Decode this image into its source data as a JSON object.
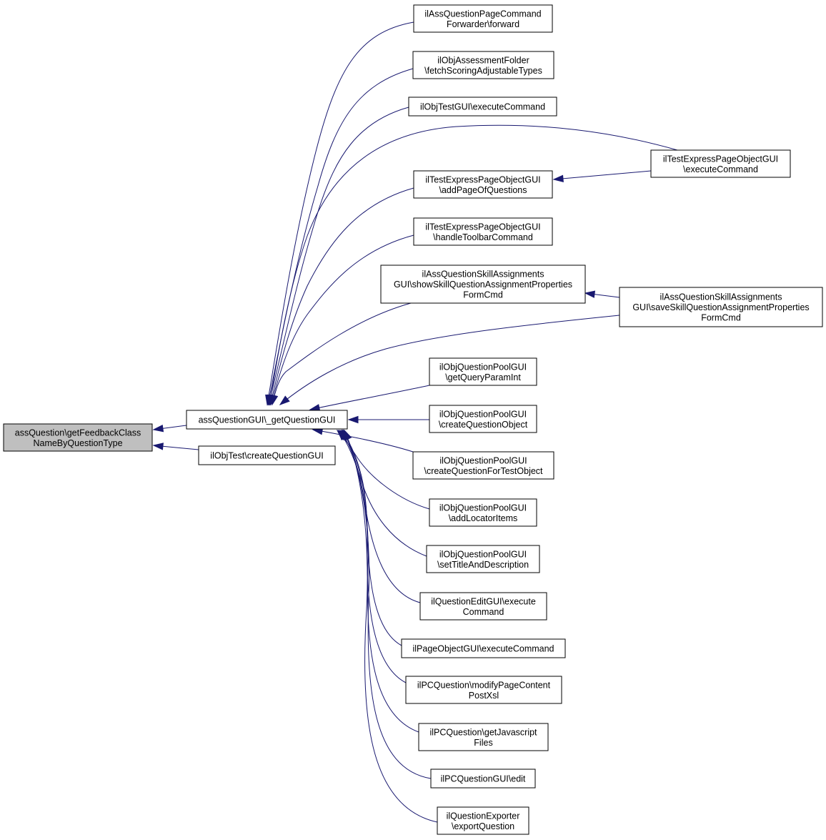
{
  "nodes": [
    {
      "id": "root",
      "lines": [
        "assQuestion\\getFeedbackClass",
        "NameByQuestionType"
      ],
      "focus": true
    },
    {
      "id": "getQuestionGUI",
      "lines": [
        "assQuestionGUI\\_getQuestionGUI"
      ]
    },
    {
      "id": "createQuestionGUI",
      "lines": [
        "ilObjTest\\createQuestionGUI"
      ]
    },
    {
      "id": "pageCommandForwarder",
      "lines": [
        "ilAssQuestionPageCommand",
        "Forwarder\\forward"
      ]
    },
    {
      "id": "fetchScoring",
      "lines": [
        "ilObjAssessmentFolder",
        "\\fetchScoringAdjustableTypes"
      ]
    },
    {
      "id": "objTestExecute",
      "lines": [
        "ilObjTestGUI\\executeCommand"
      ]
    },
    {
      "id": "addPageOfQuestions",
      "lines": [
        "ilTestExpressPageObjectGUI",
        "\\addPageOfQuestions"
      ]
    },
    {
      "id": "handleToolbar",
      "lines": [
        "ilTestExpressPageObjectGUI",
        "\\handleToolbarCommand"
      ]
    },
    {
      "id": "showSkill",
      "lines": [
        "ilAssQuestionSkillAssignments",
        "GUI\\showSkillQuestionAssignmentProperties",
        "FormCmd"
      ]
    },
    {
      "id": "getQueryParamInt",
      "lines": [
        "ilObjQuestionPoolGUI",
        "\\getQueryParamInt"
      ]
    },
    {
      "id": "createQuestionObject",
      "lines": [
        "ilObjQuestionPoolGUI",
        "\\createQuestionObject"
      ]
    },
    {
      "id": "createForTest",
      "lines": [
        "ilObjQuestionPoolGUI",
        "\\createQuestionForTestObject"
      ]
    },
    {
      "id": "addLocator",
      "lines": [
        "ilObjQuestionPoolGUI",
        "\\addLocatorItems"
      ]
    },
    {
      "id": "setTitle",
      "lines": [
        "ilObjQuestionPoolGUI",
        "\\setTitleAndDescription"
      ]
    },
    {
      "id": "questionEditExecute",
      "lines": [
        "ilQuestionEditGUI\\execute",
        "Command"
      ]
    },
    {
      "id": "pageObjectExecute",
      "lines": [
        "ilPageObjectGUI\\executeCommand"
      ]
    },
    {
      "id": "modifyPageContent",
      "lines": [
        "ilPCQuestion\\modifyPageContent",
        "PostXsl"
      ]
    },
    {
      "id": "getJavascript",
      "lines": [
        "ilPCQuestion\\getJavascript",
        "Files"
      ]
    },
    {
      "id": "pcQuestionEdit",
      "lines": [
        "ilPCQuestionGUI\\edit"
      ]
    },
    {
      "id": "exportQuestion",
      "lines": [
        "ilQuestionExporter",
        "\\exportQuestion"
      ]
    },
    {
      "id": "testExpressExecute",
      "lines": [
        "ilTestExpressPageObjectGUI",
        "\\executeCommand"
      ]
    },
    {
      "id": "saveSkill",
      "lines": [
        "ilAssQuestionSkillAssignments",
        "GUI\\saveSkillQuestionAssignmentProperties",
        "FormCmd"
      ]
    }
  ],
  "edges": [
    {
      "from": "getQuestionGUI",
      "to": "root"
    },
    {
      "from": "createQuestionGUI",
      "to": "root"
    },
    {
      "from": "pageCommandForwarder",
      "to": "getQuestionGUI"
    },
    {
      "from": "fetchScoring",
      "to": "getQuestionGUI"
    },
    {
      "from": "objTestExecute",
      "to": "getQuestionGUI"
    },
    {
      "from": "testExpressExecute",
      "to": "getQuestionGUI"
    },
    {
      "from": "addPageOfQuestions",
      "to": "getQuestionGUI"
    },
    {
      "from": "handleToolbar",
      "to": "getQuestionGUI"
    },
    {
      "from": "showSkill",
      "to": "getQuestionGUI"
    },
    {
      "from": "saveSkill",
      "to": "getQuestionGUI"
    },
    {
      "from": "getQueryParamInt",
      "to": "getQuestionGUI"
    },
    {
      "from": "createQuestionObject",
      "to": "getQuestionGUI"
    },
    {
      "from": "createForTest",
      "to": "getQuestionGUI"
    },
    {
      "from": "addLocator",
      "to": "getQuestionGUI"
    },
    {
      "from": "setTitle",
      "to": "getQuestionGUI"
    },
    {
      "from": "questionEditExecute",
      "to": "getQuestionGUI"
    },
    {
      "from": "pageObjectExecute",
      "to": "getQuestionGUI"
    },
    {
      "from": "modifyPageContent",
      "to": "getQuestionGUI"
    },
    {
      "from": "getJavascript",
      "to": "getQuestionGUI"
    },
    {
      "from": "pcQuestionEdit",
      "to": "getQuestionGUI"
    },
    {
      "from": "exportQuestion",
      "to": "getQuestionGUI"
    },
    {
      "from": "testExpressExecute",
      "to": "addPageOfQuestions"
    },
    {
      "from": "saveSkill",
      "to": "showSkill"
    }
  ],
  "colors": {
    "edge": "#191970",
    "focus_fill": "#bfbfbf",
    "box_border": "#000000"
  }
}
